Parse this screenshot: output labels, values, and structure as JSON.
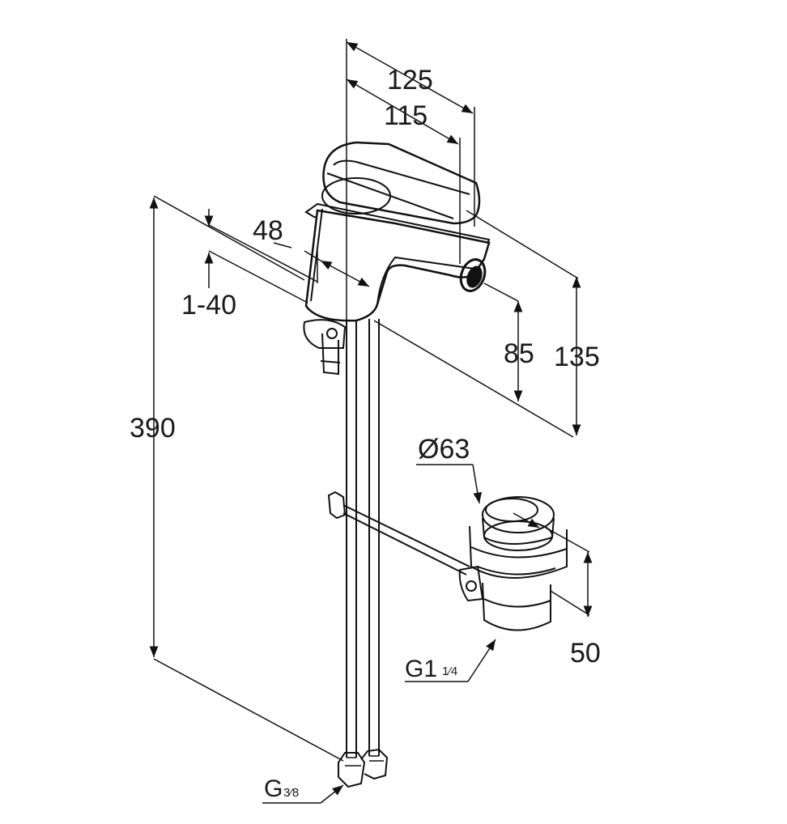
{
  "dimensions": {
    "overall_length": "125",
    "spout_reach": "115",
    "body_width": "48",
    "deck_thickness": "1-40",
    "total_height": "390",
    "outlet_height": "85",
    "spout_height": "135",
    "waste_diameter": "Ø63",
    "waste_depth": "50"
  },
  "threads": {
    "waste_connection": "G1",
    "waste_connection_fraction": "1⁄4",
    "supply_connection": "G",
    "supply_connection_fraction": "3⁄8"
  }
}
